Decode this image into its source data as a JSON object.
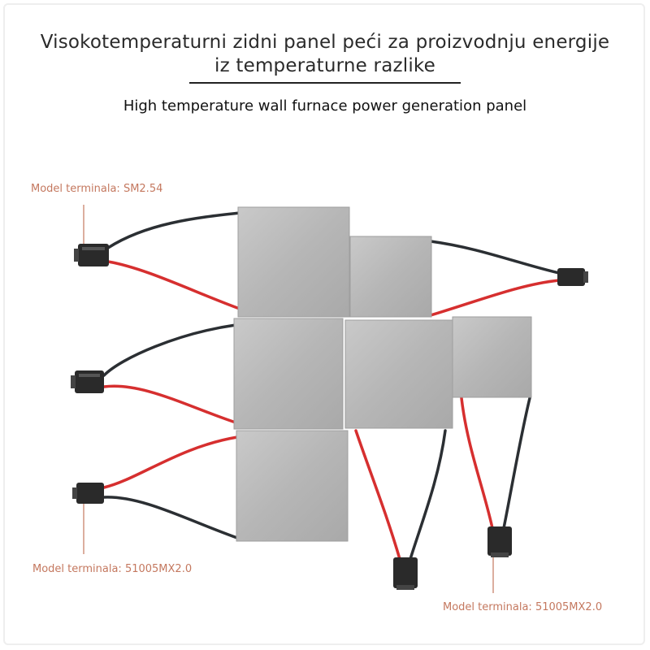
{
  "header": {
    "title_line1": "Visokotemperaturni zidni panel peći za proizvodnju energije",
    "title_line2": "iz temperaturne razlike",
    "subtitle": "High temperature wall furnace power generation panel"
  },
  "callouts": {
    "top_left": "Model terminala: SM2.54",
    "bottom_left": "Model terminala: 51005MX2.0",
    "bottom_right": "Model terminala: 51005MX2.0"
  },
  "colors": {
    "label": "#c4785f",
    "wire_red": "#d62f2f",
    "wire_black": "#2b2f33",
    "module": "#b9b9b9",
    "connector": "#2a2a2a"
  }
}
